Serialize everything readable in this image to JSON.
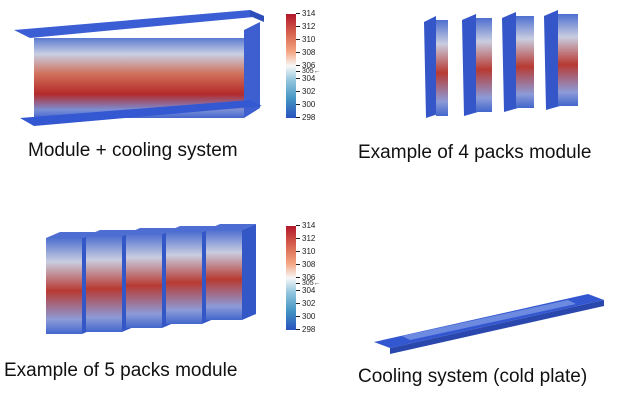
{
  "panels": [
    {
      "caption": "Module + cooling system"
    },
    {
      "caption": "Example of 4 packs module"
    },
    {
      "caption": "Example of 5 packs module"
    },
    {
      "caption": "Cooling system (cold plate)"
    }
  ],
  "colorbar": {
    "ticks": [
      "314",
      "312",
      "310",
      "308",
      "306",
      "304",
      "302",
      "300",
      "298"
    ],
    "marker": "305"
  },
  "colors": {
    "hot": "#b2182b",
    "mid": "#f7f7f7",
    "cold": "#2a52be"
  }
}
